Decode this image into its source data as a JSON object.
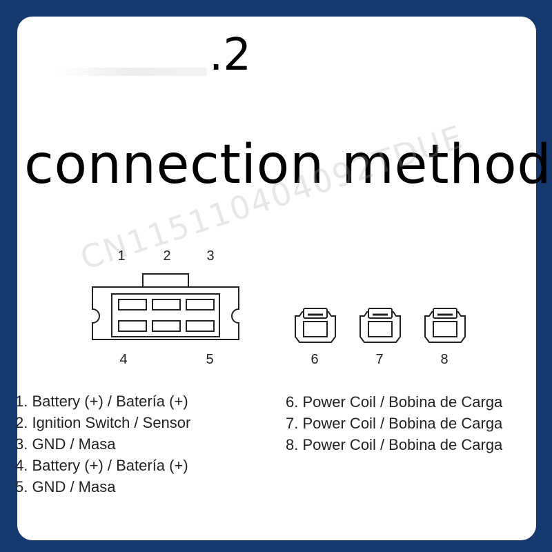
{
  "header": {
    "number": ".2",
    "title": "connection method"
  },
  "watermark": "CN115110404092TDUE",
  "connector_main": {
    "pins_top": [
      "1",
      "2",
      "3"
    ],
    "pins_bottom": [
      "4",
      "5"
    ]
  },
  "connectors_small": [
    {
      "pin": "6"
    },
    {
      "pin": "7"
    },
    {
      "pin": "8"
    }
  ],
  "legend_left": [
    "1. Battery (+) / Batería (+)",
    "2. Ignition Switch / Sensor",
    "3. GND / Masa",
    "4. Battery (+) / Batería (+)",
    "5. GND / Masa"
  ],
  "legend_right": [
    "6. Power Coil / Bobina de Carga",
    "7. Power Coil / Bobina de Carga",
    "8. Power Coil / Bobina de Carga"
  ],
  "colors": {
    "frame": "#163a70",
    "card": "#ffffff",
    "line": "#222222"
  }
}
